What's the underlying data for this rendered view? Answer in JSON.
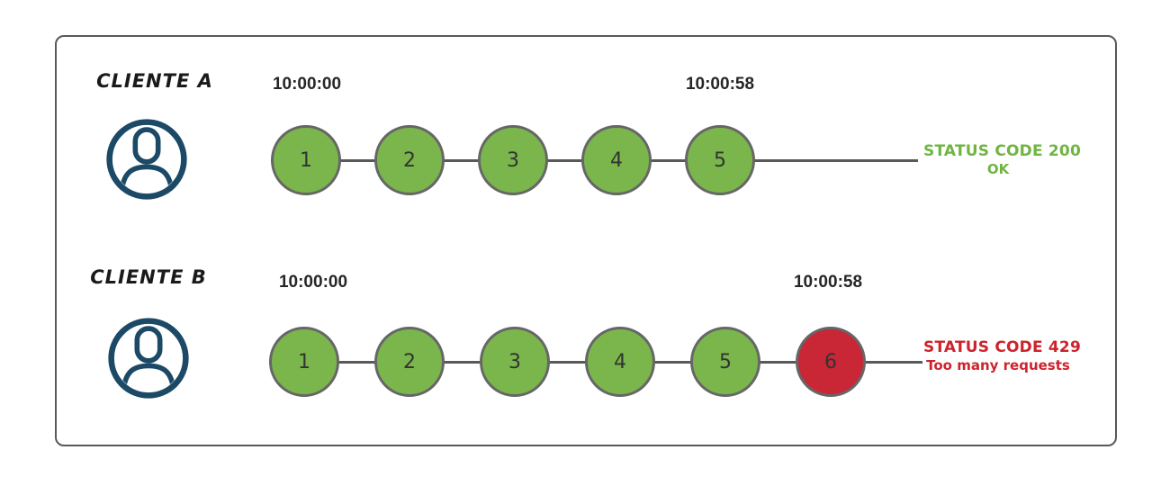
{
  "colors": {
    "box_border": "#595959",
    "line": "#595959",
    "node_ok": "#7ab64c",
    "node_limited": "#c92636",
    "node_border": "#666666",
    "node_number": "#333333",
    "status_ok_text": "#6fb542",
    "status_error_text": "#cd232d",
    "icon_navy": "#1c4966",
    "label_text": "#1a1a1a",
    "timestamp_text": "#262626"
  },
  "icons": {
    "user": "person-silhouette-in-circle"
  },
  "diagram": {
    "rows": [
      {
        "client_label": "CLIENTE A",
        "window_start": "10:00:00",
        "window_end": "10:00:58",
        "requests": [
          {
            "label": "1",
            "state": "ok"
          },
          {
            "label": "2",
            "state": "ok"
          },
          {
            "label": "3",
            "state": "ok"
          },
          {
            "label": "4",
            "state": "ok"
          },
          {
            "label": "5",
            "state": "ok"
          }
        ],
        "status_code_line": "STATUS CODE 200",
        "status_message": "OK"
      },
      {
        "client_label": "CLIENTE B",
        "window_start": "10:00:00",
        "window_end": "10:00:58",
        "requests": [
          {
            "label": "1",
            "state": "ok"
          },
          {
            "label": "2",
            "state": "ok"
          },
          {
            "label": "3",
            "state": "ok"
          },
          {
            "label": "4",
            "state": "ok"
          },
          {
            "label": "5",
            "state": "ok"
          },
          {
            "label": "6",
            "state": "rate_limited"
          }
        ],
        "status_code_line": "STATUS CODE 429",
        "status_message": "Too many requests"
      }
    ]
  }
}
